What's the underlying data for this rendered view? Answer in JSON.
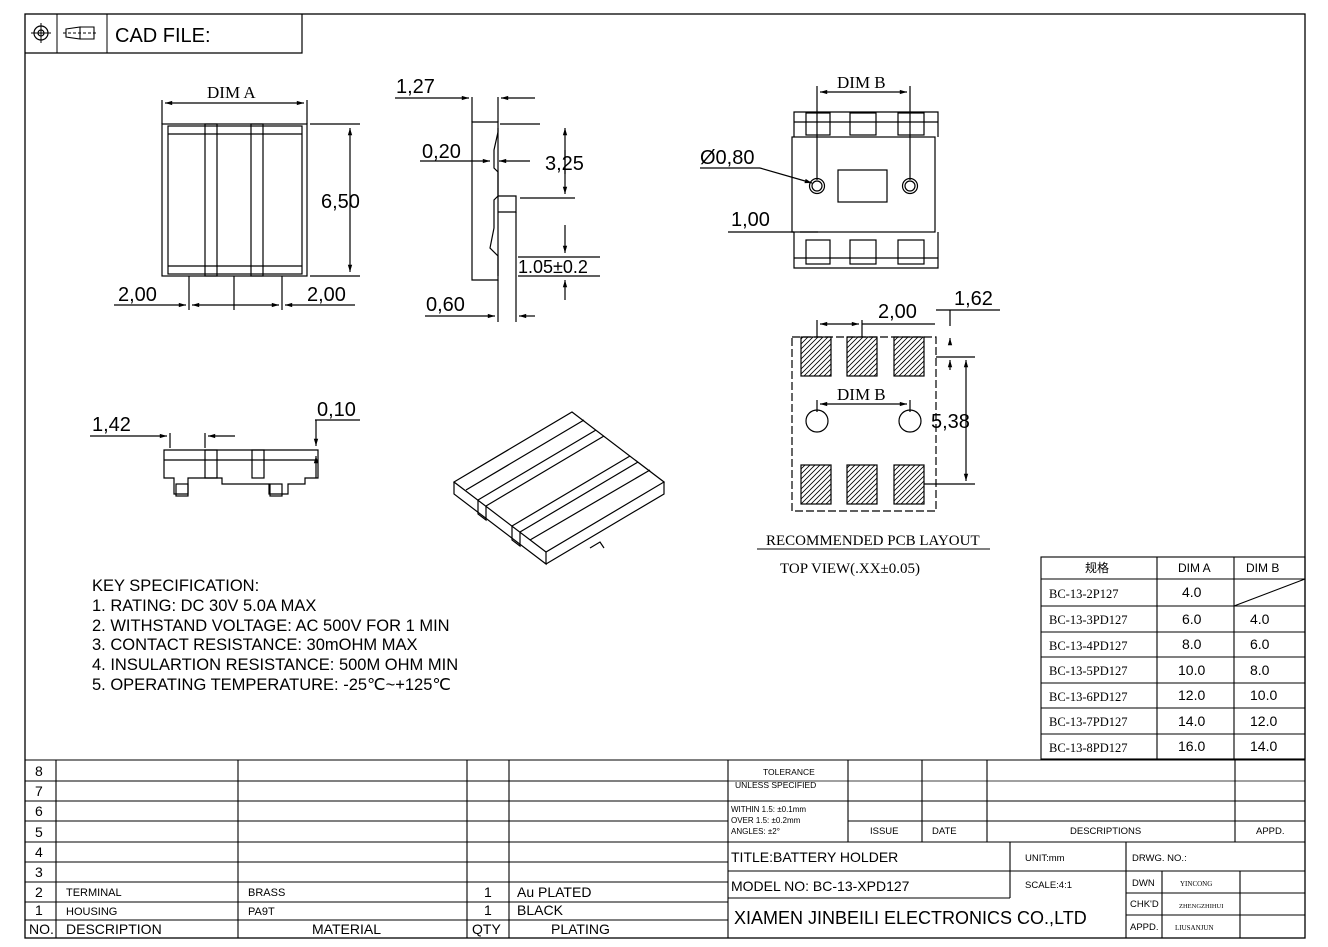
{
  "header": {
    "cad_file_label": "CAD FILE:"
  },
  "dimensions": {
    "dim_a": "DIM A",
    "dim_b": "DIM B",
    "d_2_00_left": "2,00",
    "d_2_00_right": "2,00",
    "d_6_50": "6,50",
    "d_1_27": "1,27",
    "d_0_20": "0,20",
    "d_3_25": "3,25",
    "d_1_05": "1.05±0.2",
    "d_0_60": "0,60",
    "d_hole": "Ø0,80",
    "d_1_00": "1,00",
    "d_1_42": "1,42",
    "d_0_10": "0,10",
    "pcb_2_00": "2,00",
    "pcb_1_62": "1,62",
    "pcb_dim_b": "DIM B",
    "pcb_5_38": "5,38",
    "pcb_caption1": "RECOMMENDED PCB LAYOUT",
    "pcb_caption2": "TOP VIEW(.XX±0.05)"
  },
  "key_spec": {
    "title": "KEY SPECIFICATION:",
    "items": [
      "1. RATING: DC 30V 5.0A MAX",
      "2. WITHSTAND VOLTAGE: AC 500V FOR 1 MIN",
      "3. CONTACT RESISTANCE: 30mOHM MAX",
      "4. INSULARTION RESISTANCE: 500M OHM MIN",
      "5. OPERATING TEMPERATURE: -25℃~+125℃"
    ]
  },
  "spec_table": {
    "headers": [
      "规格",
      "DIM A",
      "DIM B"
    ],
    "rows": [
      [
        "BC-13-2P127",
        "4.0",
        ""
      ],
      [
        "BC-13-3PD127",
        "6.0",
        "4.0"
      ],
      [
        "BC-13-4PD127",
        "8.0",
        "6.0"
      ],
      [
        "BC-13-5PD127",
        "10.0",
        "8.0"
      ],
      [
        "BC-13-6PD127",
        "12.0",
        "10.0"
      ],
      [
        "BC-13-7PD127",
        "14.0",
        "12.0"
      ],
      [
        "BC-13-8PD127",
        "16.0",
        "14.0"
      ]
    ]
  },
  "bom": {
    "row_numbers": [
      "8",
      "7",
      "6",
      "5",
      "4",
      "3",
      "2",
      "1"
    ],
    "headers": {
      "no": "NO.",
      "description": "DESCRIPTION",
      "material": "MATERIAL",
      "qty": "QTY",
      "plating": "PLATING"
    },
    "rows": [
      {
        "no": "2",
        "description": "TERMINAL",
        "material": "BRASS",
        "qty": "1",
        "plating": "Au PLATED"
      },
      {
        "no": "1",
        "description": "HOUSING",
        "material": "PA9T",
        "qty": "1",
        "plating": "BLACK"
      }
    ]
  },
  "title_block": {
    "tolerance_1": "TOLERANCE",
    "tolerance_2": "UNLESS SPECIFIED",
    "within": "WITHIN 1.5: ±0.1mm",
    "over": "OVER 1.5:  ±0.2mm",
    "angles": "ANGLES: ±2°",
    "issue": "ISSUE",
    "date": "DATE",
    "descriptions": "DESCRIPTIONS",
    "appd": "APPD.",
    "title": "TITLE:BATTERY HOLDER",
    "unit": "UNIT:mm",
    "drwg_no": "DRWG. NO.:",
    "model": "MODEL NO: BC-13-XPD127",
    "scale": "SCALE:4:1",
    "dwn": "DWN",
    "dwn_name": "YINCONG",
    "chkd": "CHK'D",
    "chkd_name": "ZHENGZHIHUI",
    "appd2": "APPD.",
    "appd_name": "LIUSANJUN",
    "company": "XIAMEN JINBEILI ELECTRONICS CO.,LTD"
  }
}
